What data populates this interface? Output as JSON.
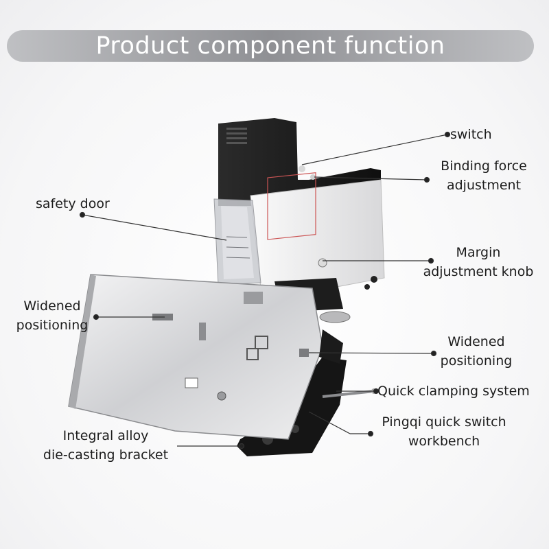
{
  "header": {
    "title": "Product component function"
  },
  "callouts": {
    "switch": "switch",
    "binding_force_line1": "Binding force",
    "binding_force_line2": "adjustment",
    "safety_door": "safety door",
    "margin_knob_line1": "Margin",
    "margin_knob_line2": "adjustment knob",
    "widened_left_line1": "Widened",
    "widened_left_line2": "positioning",
    "widened_right_line1": "Widened",
    "widened_right_line2": "positioning",
    "quick_clamping": "Quick clamping system",
    "pingqi_line1": "Pingqi quick switch",
    "pingqi_line2": "workbench",
    "bracket_line1": "Integral alloy",
    "bracket_line2": "die-casting bracket"
  },
  "colors": {
    "banner": "#9a9b9f",
    "body_black": "#1a1a1a",
    "housing_white": "#f2f2f2",
    "plate_steel": "#d9d9db",
    "leader": "#333333"
  }
}
